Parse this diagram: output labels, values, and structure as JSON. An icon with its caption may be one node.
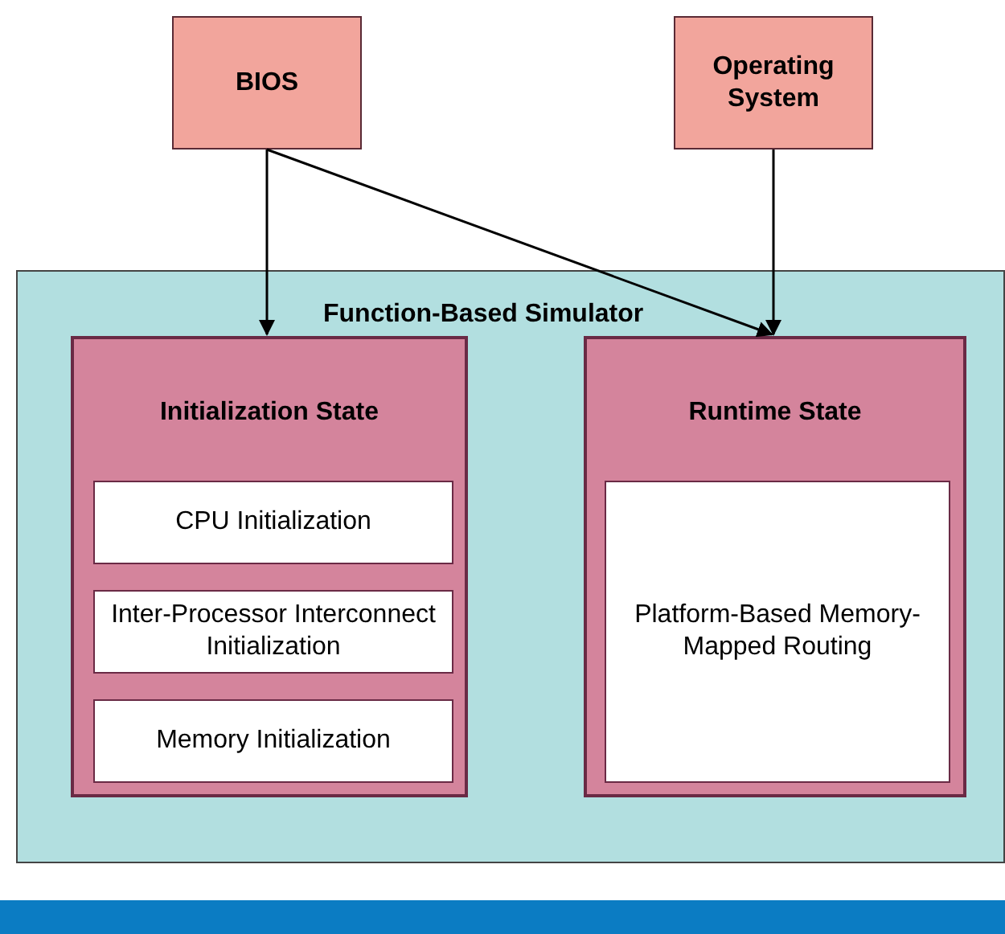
{
  "diagram": {
    "nodes": [
      {
        "text": [
          "BIOS"
        ]
      },
      {
        "text": [
          "Operating System"
        ]
      },
      {
        "text": [
          "Function-Based Simulator"
        ]
      },
      {
        "text": [
          "Initialization State"
        ],
        "in": 2
      },
      {
        "text": [
          "CPU Initialization"
        ],
        "in": 3
      },
      {
        "text": [
          "Inter-Processor Interconnect Initialization"
        ],
        "in": 3
      },
      {
        "text": [
          "Memory Initialization"
        ],
        "in": 3
      },
      {
        "text": [
          "Runtime State"
        ],
        "in": 2
      },
      {
        "text": [
          "Platform-Based Memory-Mapped Routing"
        ],
        "in": 7
      }
    ],
    "edges": [
      {
        "from": 0,
        "to": 3,
        "arrow": "to"
      },
      {
        "from": 0,
        "to": 7,
        "arrow": "to"
      },
      {
        "from": 1,
        "to": 7,
        "arrow": "to"
      }
    ]
  }
}
